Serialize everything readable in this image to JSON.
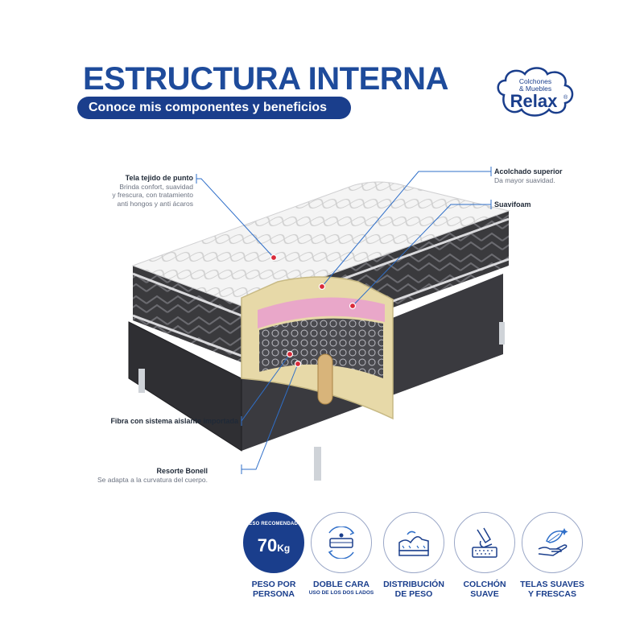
{
  "header": {
    "title": "ESTRUCTURA INTERNA",
    "subtitle": "Conoce mis componentes y beneficios"
  },
  "logo": {
    "line1": "Colchones",
    "line2": "& Muebles",
    "brand": "Relax",
    "mark": "®"
  },
  "callouts": {
    "tela": {
      "head": "Tela tejido de punto",
      "lines": [
        "Brinda confort, suavidad",
        "y frescura, con tratamiento",
        "anti hongos y anti ácaros"
      ]
    },
    "acolchado": {
      "head": "Acolchado superior",
      "lines": [
        "Da mayor suavidad."
      ]
    },
    "suavifoam": {
      "head": "Suavifoam"
    },
    "fibra": {
      "head": "Fibra con sistema aislante importada"
    },
    "resorte": {
      "head": "Resorte Bonell",
      "lines": [
        "Se adapta a la curvatura del cuerpo."
      ]
    }
  },
  "benefits": [
    {
      "icon": "weight-badge-icon",
      "top": "PESO RECOMENDADO",
      "value": "70",
      "unit": "Kg",
      "label": "PESO POR\nPERSONA"
    },
    {
      "icon": "double-sided-mattress-icon",
      "label": "DOBLE CARA",
      "sub": "USO DE LOS DOS LADOS"
    },
    {
      "icon": "weight-distribution-icon",
      "label": "DISTRIBUCIÓN\nDE PESO"
    },
    {
      "icon": "soft-mattress-hand-icon",
      "label": "COLCHÓN\nSUAVE"
    },
    {
      "icon": "soft-fabric-hand-icon",
      "label": "TELAS SUAVES\nY FRESCAS"
    }
  ],
  "colors": {
    "brand_blue": "#1a3e8c",
    "title_blue": "#1e4b9b",
    "callout_line": "#2f6fc9",
    "marker_red": "#d92b3a",
    "foam_pink": "#e9a7c9",
    "foam_yellow": "#e7d9a8"
  }
}
